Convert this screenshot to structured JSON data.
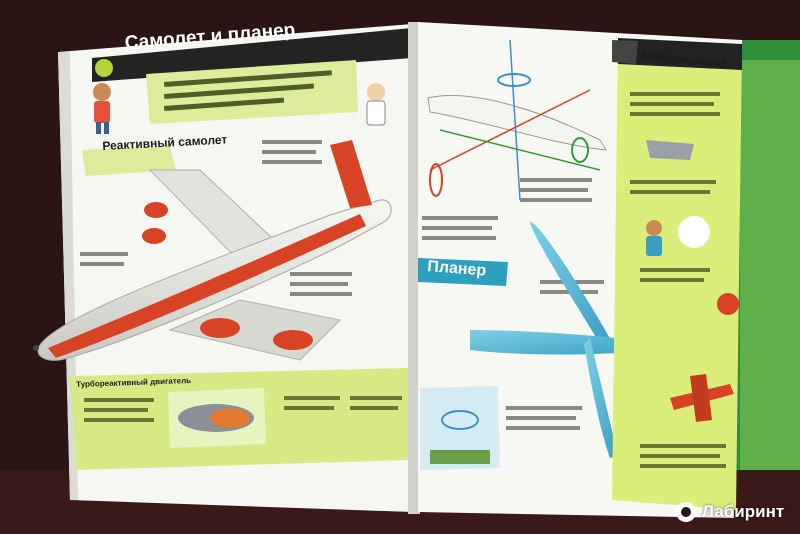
{
  "scene": {
    "subject": "open-children-encyclopedia-spread",
    "colors": {
      "background": "#2a1414",
      "header_band": "#222222",
      "accent_green": "#b5d334",
      "jet_fuselage": "#e7e7e2",
      "jet_stripe": "#d84326",
      "glider_blue": "#4fb7d6"
    },
    "icons": [
      "airplane-illustration",
      "glider-illustration",
      "jet-engine-cutaway",
      "cartoon-boy-character",
      "cartoon-professor-character"
    ]
  },
  "text": {
    "spread_title": "Самолет и планер",
    "jet_heading": "Реактивный самолет",
    "glider_heading": "Планер",
    "aero_heading": "Аэродинамика",
    "turbo_heading": "Турбореактивный двигатель",
    "watermark": "Лабиринт"
  }
}
